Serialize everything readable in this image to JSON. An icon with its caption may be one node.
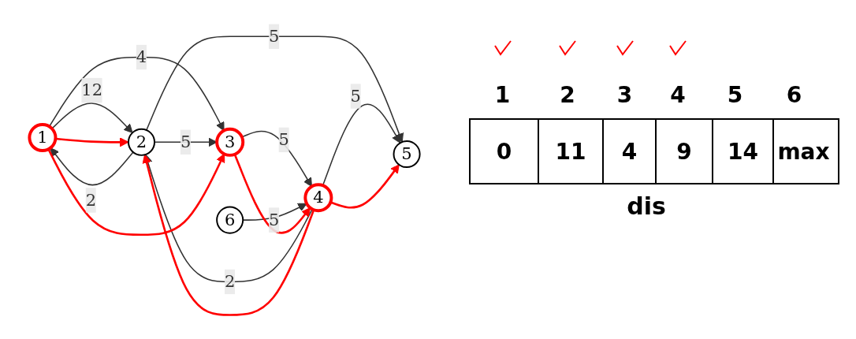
{
  "diagram": {
    "nodes": [
      {
        "text": [
          "1"
        ]
      },
      {
        "text": [
          "2"
        ]
      },
      {
        "text": [
          "3"
        ]
      },
      {
        "text": [
          "4"
        ]
      },
      {
        "text": [
          "5"
        ]
      },
      {
        "text": [
          "6"
        ]
      }
    ],
    "edges": [
      {
        "from": 1,
        "to": 0,
        "arrow": "to",
        "label": "2"
      },
      {
        "from": 0,
        "to": 1,
        "arrow": "to",
        "label": "12"
      },
      {
        "from": 1,
        "to": 4,
        "arrow": "to",
        "label": "5"
      },
      {
        "from": 0,
        "to": 2,
        "arrow": "to",
        "label": "4"
      },
      {
        "from": 1,
        "to": 2,
        "arrow": "to",
        "label": "5"
      },
      {
        "from": 3,
        "to": 1,
        "arrow": "to",
        "label": "2"
      },
      {
        "from": 3,
        "to": 4,
        "arrow": "to",
        "label": "5"
      },
      {
        "from": 2,
        "to": 3,
        "arrow": "to",
        "label": "5"
      },
      {
        "from": 5,
        "to": 3,
        "arrow": "to",
        "label": "5"
      },
      {
        "from": 0,
        "to": 1,
        "arrow": "to",
        "color": "#ff0000"
      },
      {
        "from": 0,
        "to": 2,
        "arrow": "to",
        "color": "#ff0000"
      },
      {
        "from": 2,
        "to": 3,
        "arrow": "to",
        "color": "#ff0000"
      },
      {
        "from": 3,
        "to": 1,
        "arrow": "to",
        "color": "#ff0000"
      },
      {
        "from": 3,
        "to": 4,
        "arrow": "to",
        "color": "#ff0000"
      }
    ],
    "labels": [
      "1",
      "2",
      "3",
      "4",
      "5",
      "6",
      "0",
      "11",
      "4",
      "9",
      "14",
      "max",
      "dis"
    ]
  }
}
